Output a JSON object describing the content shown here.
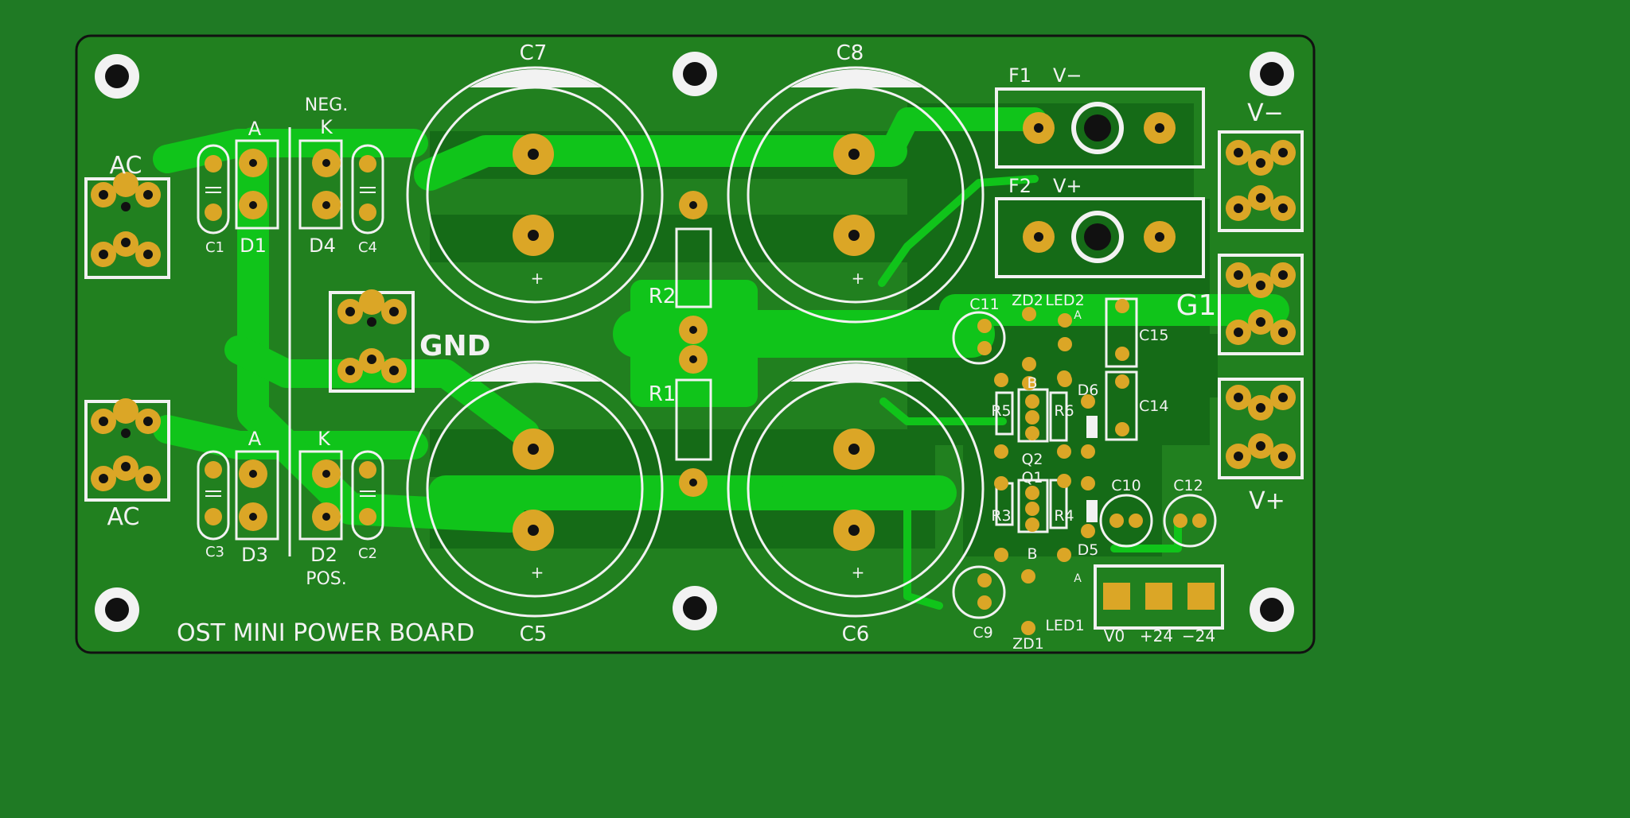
{
  "board": {
    "title": "OST MINI POWER BOARD",
    "colors": {
      "background": "#1f7a24",
      "board_fill": "#21801f",
      "copper_dark": "#156b17",
      "copper_bright": "#10c41a",
      "pad": "#dba626",
      "silkscreen": "#f2f2f2",
      "edge": "#111111"
    },
    "labels": {
      "c7": "C7",
      "c8": "C8",
      "c5": "C5",
      "c6": "C6",
      "r1": "R1",
      "r2": "R2",
      "ac_top": "AC",
      "ac_bottom": "AC",
      "gnd": "GND",
      "neg": "NEG.",
      "pos": "POS.",
      "a_top": "A",
      "k_top": "K",
      "a_bottom": "A",
      "k_bottom": "K",
      "d1": "D1",
      "d2": "D2",
      "d3": "D3",
      "d4": "D4",
      "c1": "C1",
      "c2": "C2",
      "c3": "C3",
      "c4": "C4",
      "f1": "F1",
      "f1_rail": "V−",
      "f2": "F2",
      "f2_rail": "V+",
      "g1": "G1",
      "v_minus": "V−",
      "v_plus": "V+",
      "c9": "C9",
      "c10": "C10",
      "c11": "C11",
      "c12": "C12",
      "c14": "C14",
      "c15": "C15",
      "zd1": "ZD1",
      "zd2": "ZD2",
      "led1": "LED1",
      "led2": "LED2",
      "d5": "D5",
      "d6": "D6",
      "r3": "R3",
      "r4": "R4",
      "r5": "R5",
      "r6": "R6",
      "q1": "Q1",
      "q2": "Q2",
      "b_top": "B",
      "b_bottom": "B",
      "a_led2": "A",
      "a_led1": "A",
      "out_v0": "V0",
      "out_p24": "+24",
      "out_m24": "−24",
      "plus": "+"
    }
  }
}
